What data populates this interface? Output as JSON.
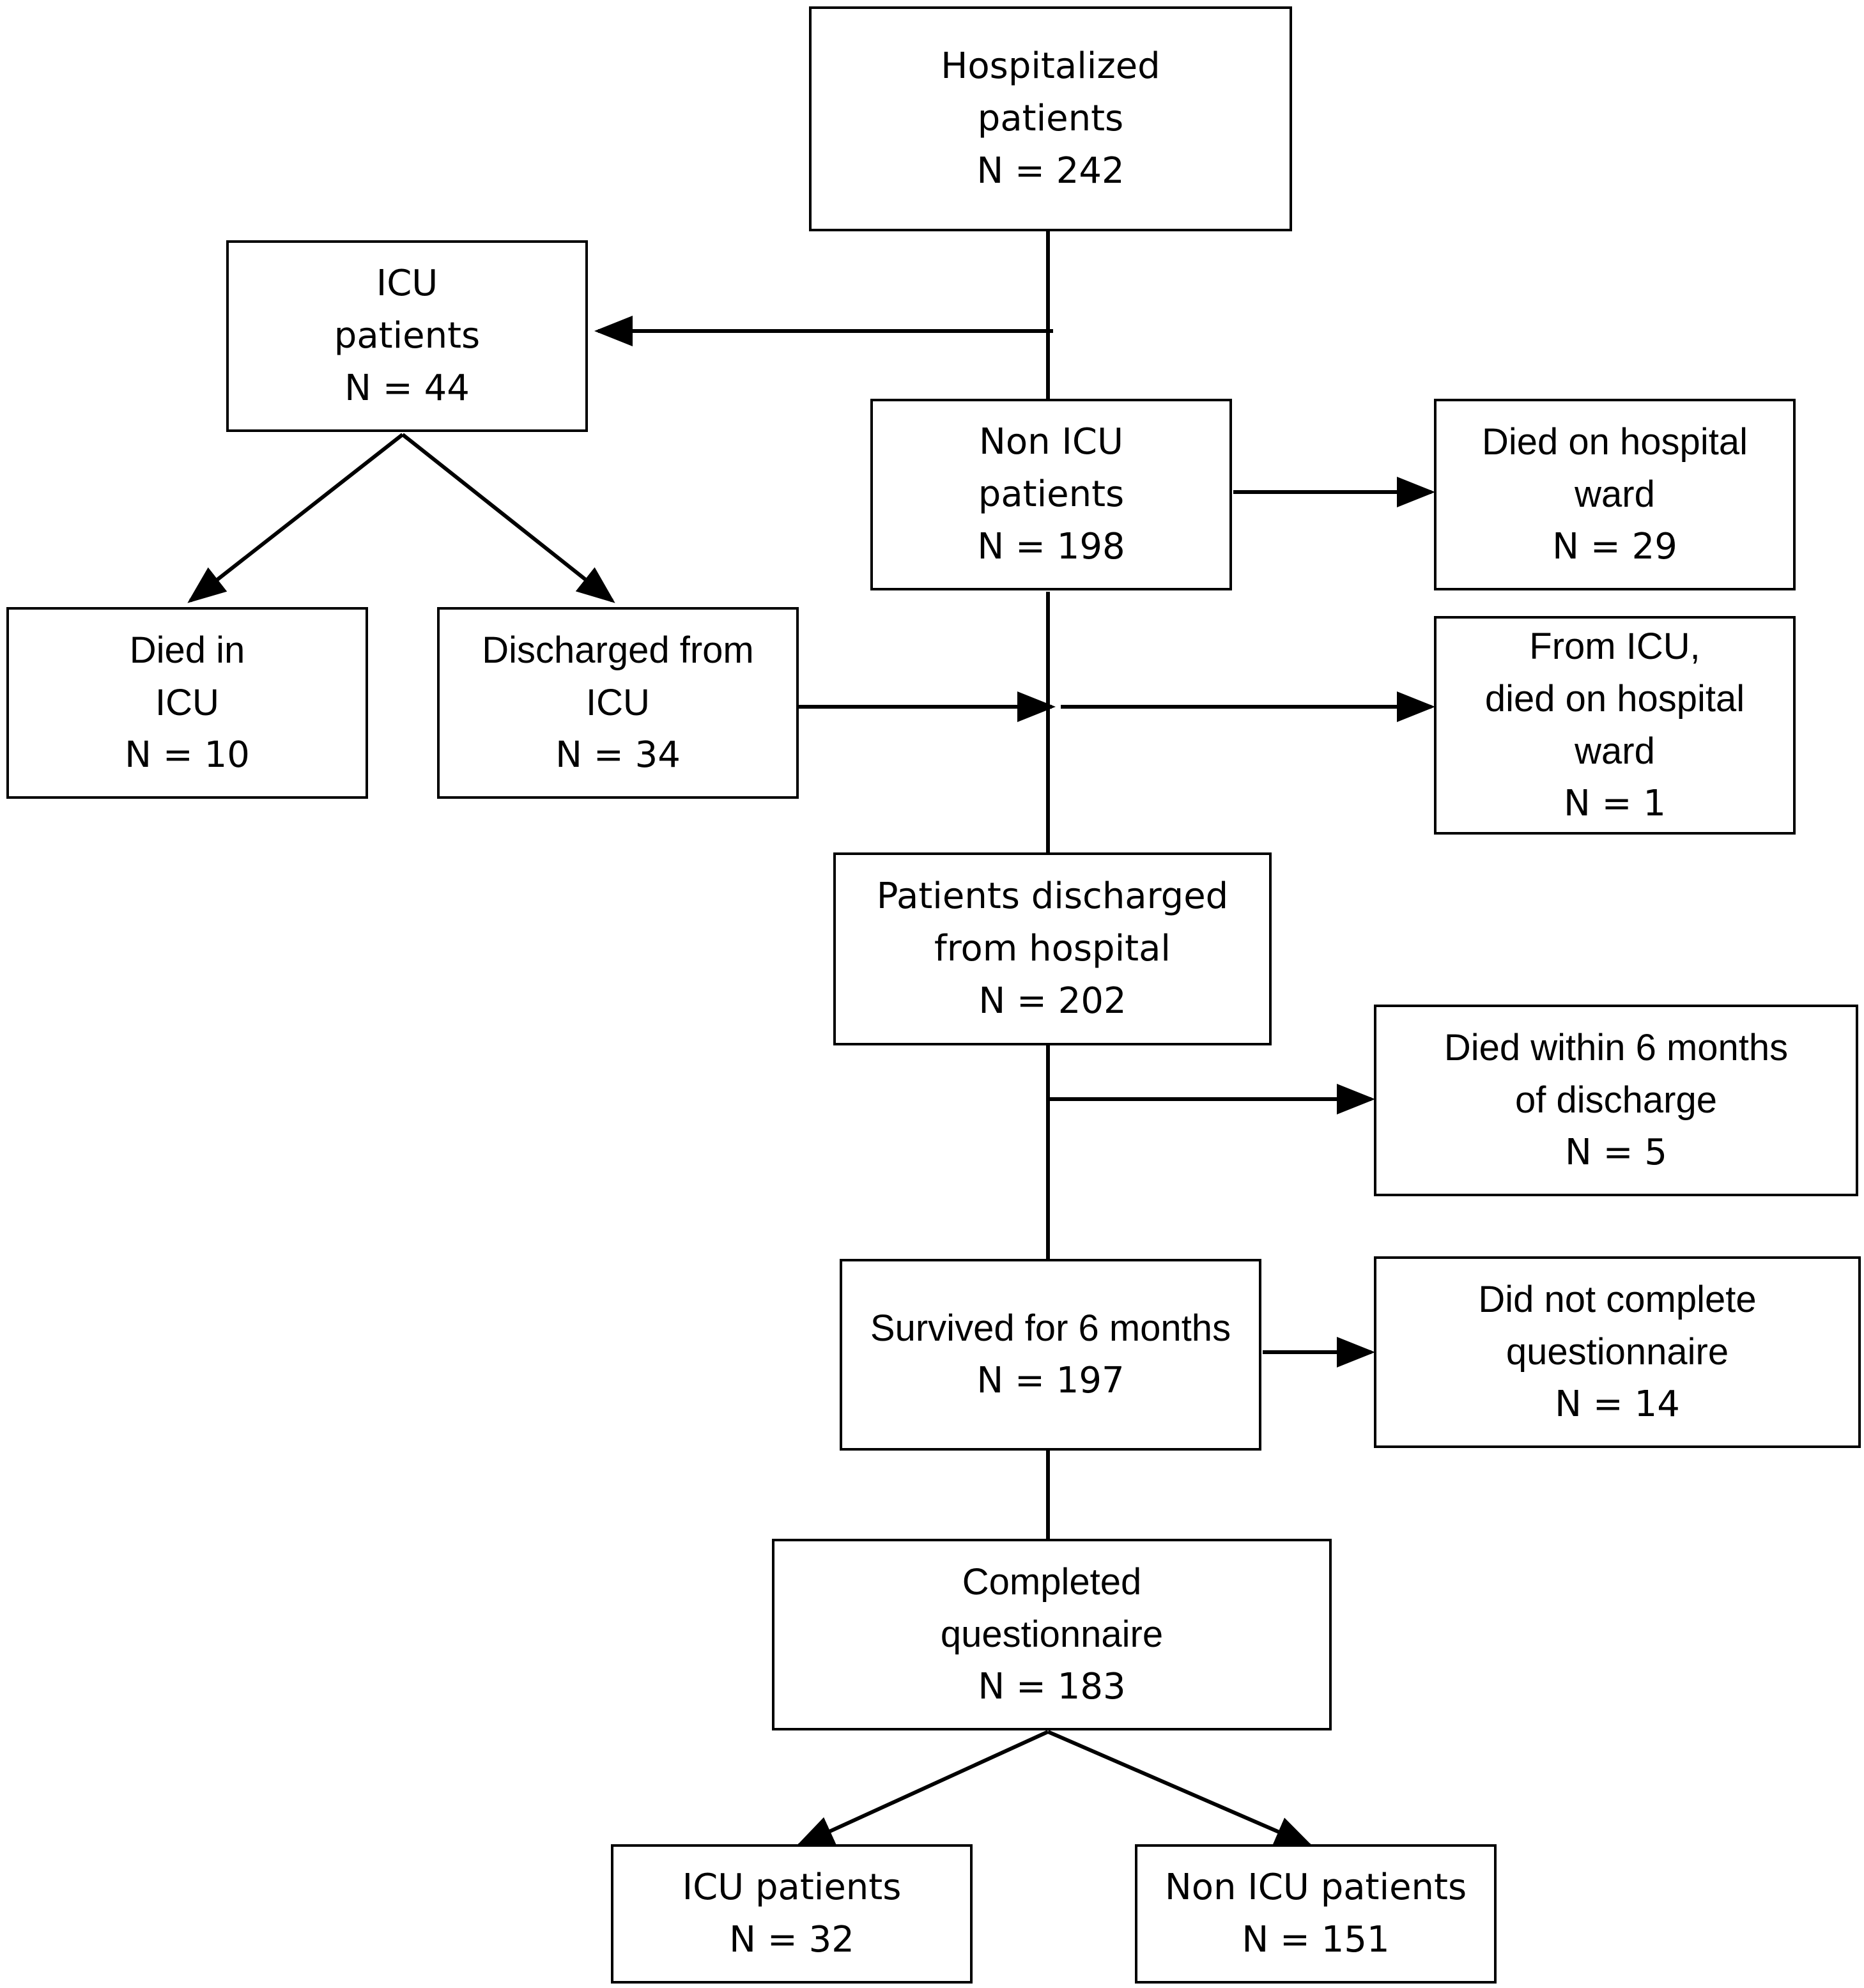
{
  "boxes": {
    "hospitalized": {
      "lines": [
        "Hospitalized",
        "patients"
      ],
      "n": "N = 242"
    },
    "icu": {
      "lines": [
        "ICU",
        "patients"
      ],
      "n": "N = 44"
    },
    "non_icu": {
      "lines": [
        "Non ICU",
        "patients"
      ],
      "n": "N = 198"
    },
    "died_ward": {
      "lines": [
        "Died on hospital",
        "ward"
      ],
      "n": "N = 29"
    },
    "died_icu": {
      "lines": [
        "Died in",
        "ICU"
      ],
      "n": "N = 10"
    },
    "discharged_icu": {
      "lines": [
        "Discharged from",
        "ICU"
      ],
      "n": "N = 34"
    },
    "from_icu_died_ward": {
      "lines": [
        "From ICU,",
        "died on hospital",
        "ward"
      ],
      "n": "N = 1"
    },
    "discharged_hospital": {
      "lines": [
        "Patients discharged",
        "from hospital"
      ],
      "n": "N = 202"
    },
    "died_6_months": {
      "lines": [
        "Died within 6 months",
        "of discharge"
      ],
      "n": "N = 5"
    },
    "survived_6_months": {
      "lines": [
        "Survived for 6 months"
      ],
      "n": "N = 197"
    },
    "not_complete_questionnaire": {
      "lines": [
        "Did not complete",
        "questionnaire"
      ],
      "n": "N = 14"
    },
    "completed_questionnaire": {
      "lines": [
        "Completed",
        "questionnaire"
      ],
      "n": "N = 183"
    },
    "final_icu": {
      "lines": [
        "ICU patients"
      ],
      "n": "N = 32"
    },
    "final_non_icu": {
      "lines": [
        "Non ICU patients"
      ],
      "n": "N = 151"
    }
  },
  "colors": {
    "line": "#000000",
    "background": "#ffffff"
  }
}
